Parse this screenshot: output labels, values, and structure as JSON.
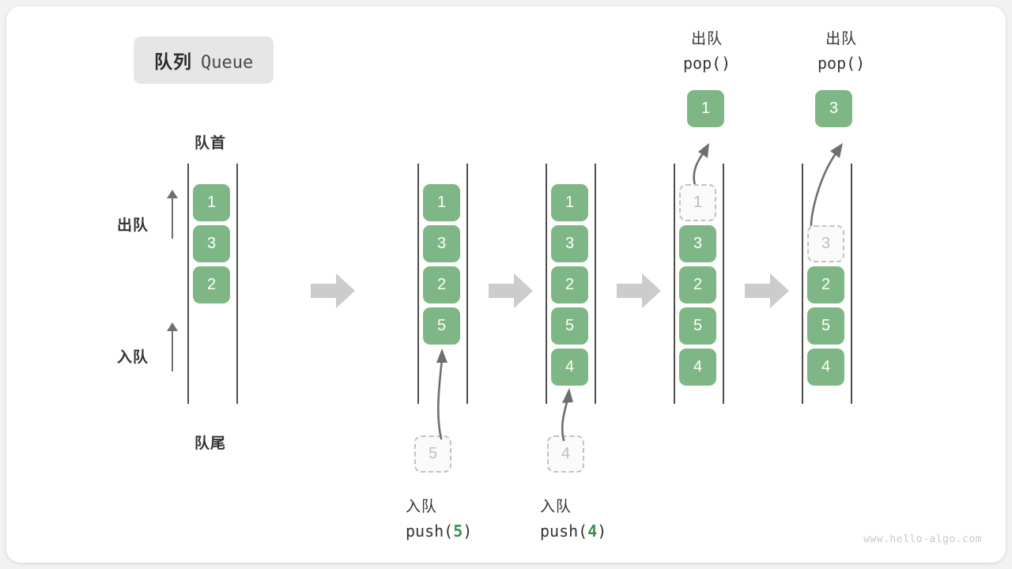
{
  "title": {
    "cn": "队列",
    "en": "Queue"
  },
  "labels": {
    "head": "队首",
    "tail": "队尾",
    "dequeue": "出队",
    "enqueue": "入队"
  },
  "watermark": "www.hello-algo.com",
  "icons": {
    "step_arrow": "arrow-right-icon",
    "up_arrow": "arrow-up-icon",
    "curved_arrow": "curved-arrow-icon"
  },
  "colors": {
    "element": "#7fb686",
    "ghost_border": "#c2c2c2",
    "ghost_fill": "#fafafa",
    "rail": "#4d4d4d",
    "arrow": "#6e6e6e",
    "step_arrow": "#cccccc",
    "badge_bg": "#e6e6e6",
    "highlight": "#3e8e4f",
    "canvas": "#ffffff"
  },
  "columns": [
    {
      "id": "initial",
      "caption_cn": "",
      "caption_code": "",
      "items": [
        "1",
        "3",
        "2"
      ],
      "ghost": null,
      "popped": null
    },
    {
      "id": "push-5",
      "caption_cn": "入队",
      "caption_code_pre": "push(",
      "caption_code_hl": "5",
      "caption_code_post": ")",
      "items": [
        "1",
        "3",
        "2",
        "5"
      ],
      "ghost": {
        "value": "5",
        "position": "below"
      },
      "popped": null
    },
    {
      "id": "push-4",
      "caption_cn": "入队",
      "caption_code_pre": "push(",
      "caption_code_hl": "4",
      "caption_code_post": ")",
      "items": [
        "1",
        "3",
        "2",
        "5",
        "4"
      ],
      "ghost": {
        "value": "4",
        "position": "below"
      },
      "popped": null
    },
    {
      "id": "pop-1",
      "header_cn": "出队",
      "header_code": "pop()",
      "items": [
        "3",
        "2",
        "5",
        "4"
      ],
      "ghost": {
        "value": "1",
        "position": "head"
      },
      "popped": "1"
    },
    {
      "id": "pop-3",
      "header_cn": "出队",
      "header_code": "pop()",
      "items": [
        "2",
        "5",
        "4"
      ],
      "ghost": {
        "value": "3",
        "position": "head"
      },
      "popped": "3"
    }
  ]
}
